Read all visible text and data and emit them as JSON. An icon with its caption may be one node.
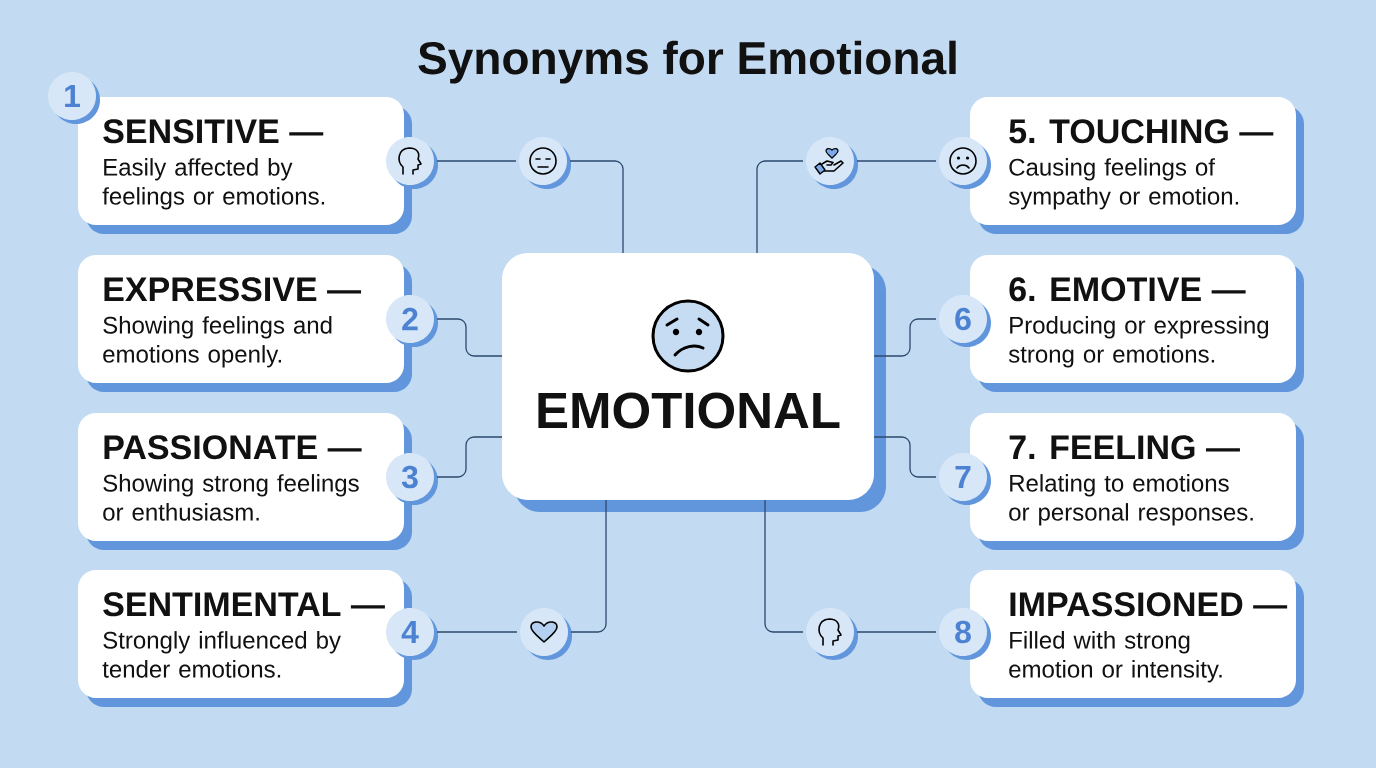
{
  "diagram": {
    "title": "Synonyms for Emotional",
    "nodes": [
      {
        "text": [
          "1"
        ]
      },
      {
        "text": [
          "SENSITIVE —",
          "Easily affected by feelings or emotions."
        ]
      },
      {
        "text": [],
        "shape": "circle"
      },
      {
        "text": [],
        "shape": "circle"
      },
      {
        "text": [],
        "shape": "circle"
      },
      {
        "text": [],
        "shape": "circle"
      },
      {
        "text": [
          "5. TOUCHING —",
          "Causing feelings of sympathy or emotion."
        ]
      },
      {
        "text": [
          "EXPRESSIVE —",
          "Showing feelings and emotions openly."
        ]
      },
      {
        "text": [
          "2"
        ]
      },
      {
        "text": [
          "EMOTIONAL"
        ]
      },
      {
        "text": [
          "6"
        ]
      },
      {
        "text": [
          "6. EMOTIVE —",
          "Producing or expressing strong or emotions."
        ]
      },
      {
        "text": [
          "PASSIONATE —",
          "Showing strong feelings or enthusiasm."
        ]
      },
      {
        "text": [
          "3"
        ]
      },
      {
        "text": [
          "7"
        ]
      },
      {
        "text": [
          "7. FEELING —",
          "Relating to emotions or personal responses."
        ]
      },
      {
        "text": [
          "SENTIMENTAL —",
          "Strongly influenced by tender emotions."
        ]
      },
      {
        "text": [
          "4"
        ]
      },
      {
        "text": [],
        "shape": "circle"
      },
      {
        "text": [],
        "shape": "circle"
      },
      {
        "text": [
          "8"
        ]
      },
      {
        "text": [
          "IMPASSIONED —",
          "Filled with strong emotion or intensity."
        ]
      }
    ],
    "edges": [
      {
        "from": 9,
        "to": 3,
        "arrow": "none"
      },
      {
        "from": 3,
        "to": 2,
        "arrow": "none"
      },
      {
        "from": 8,
        "to": 9,
        "arrow": "none"
      },
      {
        "from": 13,
        "to": 9,
        "arrow": "none"
      },
      {
        "from": 9,
        "to": 18,
        "arrow": "none"
      },
      {
        "from": 18,
        "to": 17,
        "arrow": "none"
      },
      {
        "from": 9,
        "to": 4,
        "arrow": "none"
      },
      {
        "from": 4,
        "to": 5,
        "arrow": "none"
      },
      {
        "from": 10,
        "to": 9,
        "arrow": "none"
      },
      {
        "from": 14,
        "to": 9,
        "arrow": "none"
      },
      {
        "from": 9,
        "to": 19,
        "arrow": "none"
      },
      {
        "from": 19,
        "to": 20,
        "arrow": "none"
      }
    ]
  }
}
